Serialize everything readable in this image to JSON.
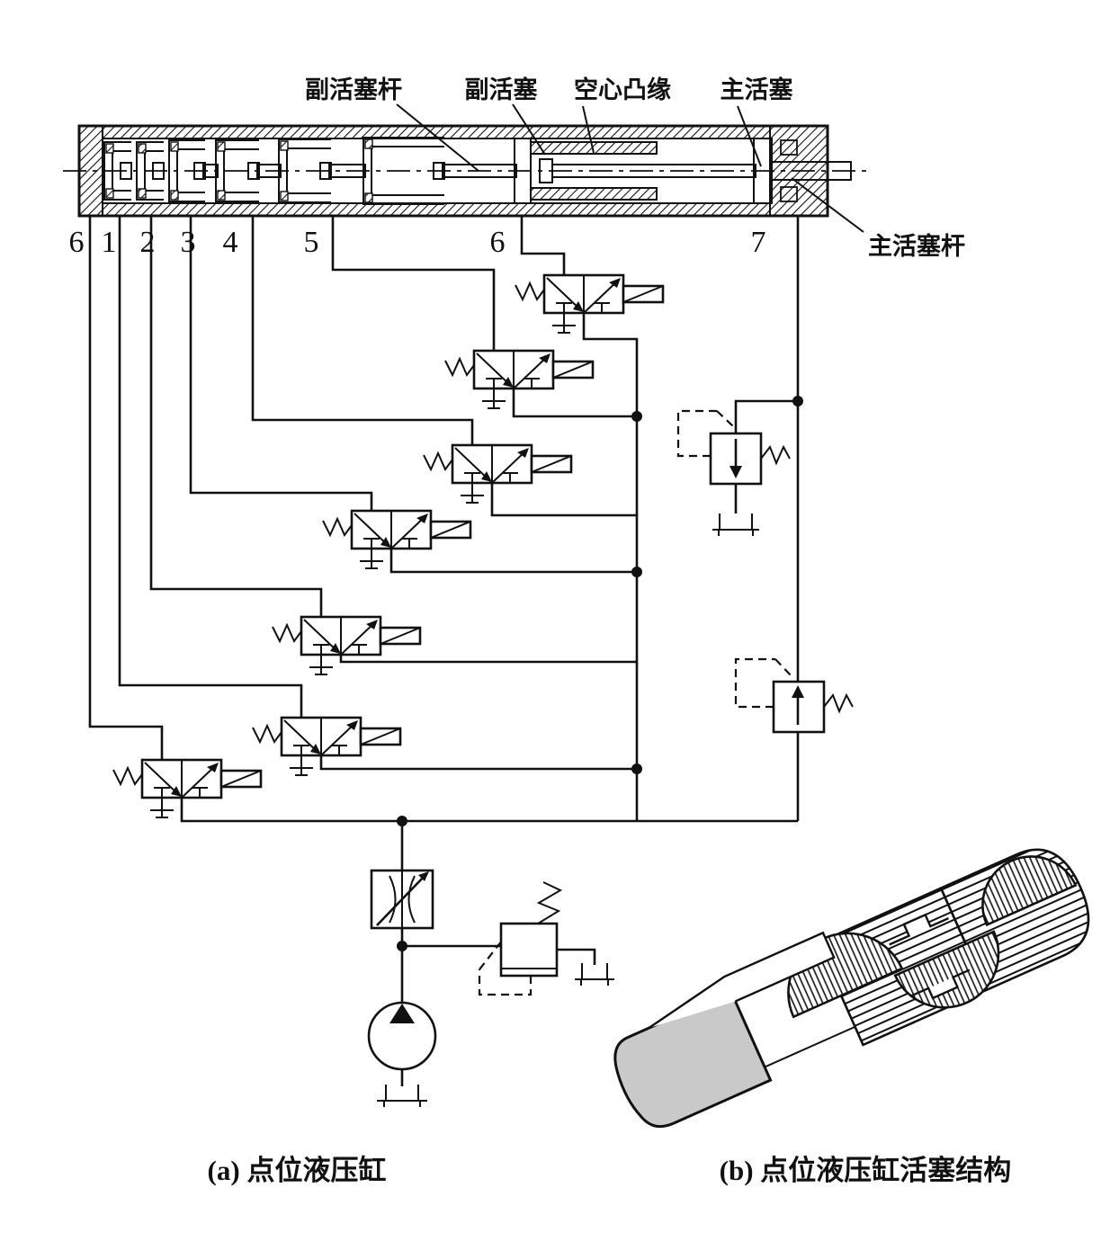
{
  "diagram": {
    "component_labels": {
      "aux_piston_rod": "副活塞杆",
      "aux_piston": "副活塞",
      "hollow_flange": "空心凸缘",
      "main_piston": "主活塞",
      "main_piston_rod": "主活塞杆"
    },
    "port_numbers": [
      "6",
      "1",
      "2",
      "3",
      "4",
      "5",
      "6",
      "7"
    ],
    "captions": {
      "a": "(a) 点位液压缸",
      "b": "(b) 点位液压缸活塞结构"
    },
    "colors": {
      "line": "#111111",
      "end_face_fill": "#c9c9c9",
      "background": "#ffffff"
    },
    "symbols": {
      "directional_valve_icon": "solenoid-spring-3-2-valve-icon",
      "pressure_valve_down_icon": "sequence-valve-arrow-down-icon",
      "pressure_valve_up_icon": "sequence-valve-arrow-up-icon",
      "flow_control_icon": "speed-control-valve-icon",
      "relief_valve_icon": "pilot-relief-valve-icon",
      "pump_icon": "hydraulic-pump-icon",
      "tank_icon": "reservoir-icon"
    }
  }
}
